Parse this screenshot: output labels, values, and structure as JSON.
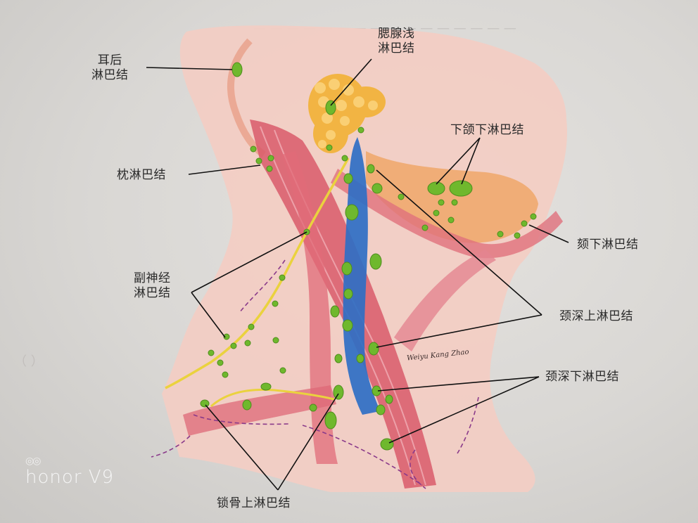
{
  "diagram": {
    "type": "anatomical-illustration",
    "subject": "neck lymph nodes (lateral view)",
    "labels": {
      "posterior_auricular": [
        "耳后",
        "淋巴结"
      ],
      "parotid_superficial": [
        "腮腺浅",
        "淋巴结"
      ],
      "submandibular": "下颌下淋巴结",
      "occipital": "枕淋巴结",
      "submental": "颏下淋巴结",
      "accessory_nerve": [
        "副神经",
        "淋巴结"
      ],
      "superior_deep_cervical": "颈深上淋巴结",
      "inferior_deep_cervical": "颈深下淋巴结",
      "supraclavicular": "锁骨上淋巴结"
    },
    "signature": "Weiyu Kang Zhao",
    "colors": {
      "skin": "#f2c9c0",
      "muscle": "#d9606e",
      "vein": "#2f6fc4",
      "node": "#6fb82d",
      "nerve": "#e9d23a",
      "gland": "#f0b040",
      "leader_line": "#111111",
      "flow_arrow": "#8a3a8a"
    }
  },
  "watermark": {
    "logo": "◎◎",
    "text": "honor V9"
  }
}
